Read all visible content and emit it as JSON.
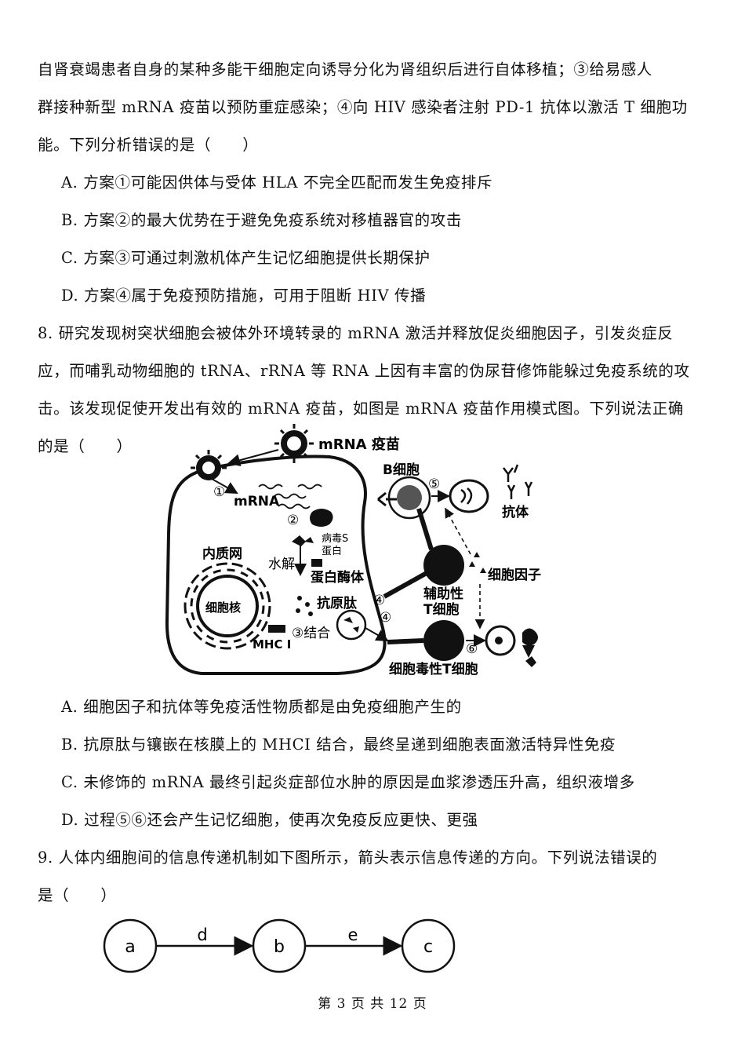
{
  "q7": {
    "stem": [
      "自肾衰竭患者自身的某种多能干细胞定向诱导分化为肾组织后进行自体移植；③给易感人",
      "群接种新型 mRNA 疫苗以预防重症感染；④向 HIV 感染者注射 PD-1 抗体以激活 T 细胞功",
      "能。下列分析错误的是（　　）"
    ],
    "options": [
      "A.  方案①可能因供体与受体 HLA 不完全匹配而发生免疫排斥",
      "B.  方案②的最大优势在于避免免疫系统对移植器官的攻击",
      "C.  方案③可通过刺激机体产生记忆细胞提供长期保护",
      "D.  方案④属于免疫预防措施，可用于阻断 HIV 传播"
    ]
  },
  "q8": {
    "stem": [
      "8.  研究发现树突状细胞会被体外环境转录的 mRNA 激活并释放促炎细胞因子，引发炎症反",
      "应，而哺乳动物细胞的 tRNA、rRNA 等 RNA 上因有丰富的伪尿苷修饰能躲过免疫系统的攻",
      "击。该发现促使开发出有效的 mRNA 疫苗，如图是 mRNA 疫苗作用模式图。下列说法正确",
      "的是（　　）"
    ],
    "figure": {
      "vaccine": "mRNA 疫苗",
      "mrna": "mRNA",
      "step1": "①",
      "step2": "②",
      "step3": "③结合",
      "step4": "④",
      "step5": "⑤",
      "step6": "⑥",
      "er": "内质网",
      "nucleus": "细胞核",
      "mhc": "MHC I",
      "hydrolysis": "水解",
      "spike_1": "病毒S",
      "spike_2": "蛋白",
      "proteasome": "蛋白酶体",
      "peptide": "抗原肽",
      "bcell": "B细胞",
      "antibody": "抗体",
      "th_1": "辅助性",
      "th_2": "T细胞",
      "cytokine": "细胞因子",
      "ctl": "细胞毒性T细胞"
    },
    "options": [
      "A.  细胞因子和抗体等免疫活性物质都是由免疫细胞产生的",
      "B.  抗原肽与镶嵌在核膜上的 MHCI 结合，最终呈递到细胞表面激活特异性免疫",
      "C.  未修饰的 mRNA 最终引起炎症部位水肿的原因是血浆渗透压升高，组织液增多",
      "D.  过程⑤⑥还会产生记忆细胞，使再次免疫反应更快、更强"
    ]
  },
  "q9": {
    "stem": [
      "9.  人体内细胞间的信息传递机制如下图所示，箭头表示信息传递的方向。下列说法错误的",
      "是（　　）"
    ],
    "diagram": {
      "a": "a",
      "b": "b",
      "c": "c",
      "d": "d",
      "e": "e"
    }
  },
  "footer": "第 3 页 共 12 页"
}
